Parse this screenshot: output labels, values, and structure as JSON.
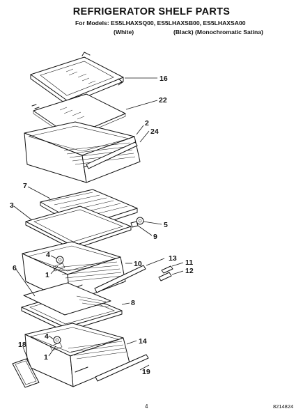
{
  "header": {
    "title": "REFRIGERATOR SHELF PARTS",
    "models_line": "For Models: ES5LHAXSQ00, ES5LHAXSB00, ES5LHAXSA00",
    "variant_white": "(White)",
    "variant_black": "(Black) (Monochromatic Satina)"
  },
  "callouts": {
    "p16": "16",
    "p22": "22",
    "p2": "2",
    "p24": "24",
    "p7": "7",
    "p3": "3",
    "p5": "5",
    "p9": "9",
    "p4a": "4",
    "p1a": "1",
    "p10": "10",
    "p6": "6",
    "p13": "13",
    "p11": "11",
    "p12": "12",
    "p8": "8",
    "p4b": "4",
    "p1b": "1",
    "p14": "14",
    "p18": "18",
    "p19": "19"
  },
  "footer": {
    "page_number": "4",
    "doc_number": "8214824"
  }
}
